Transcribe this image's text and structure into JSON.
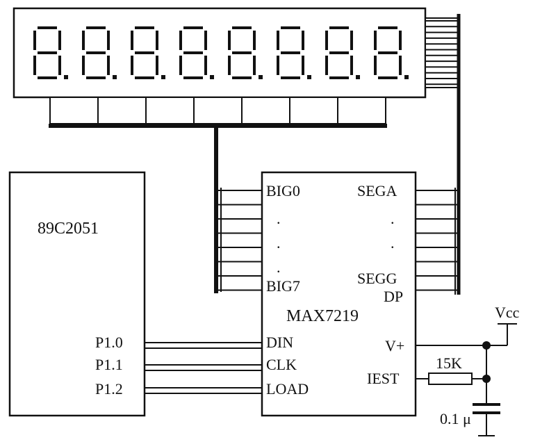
{
  "display": {
    "digit_count": 8
  },
  "mcu": {
    "name": "89C2051",
    "pins": [
      "P1.0",
      "P1.1",
      "P1.2"
    ]
  },
  "driver": {
    "name": "MAX7219",
    "left_pins": {
      "dig_first": "BIG0",
      "dig_last": "BIG7",
      "din": "DIN",
      "clk": "CLK",
      "load": "LOAD"
    },
    "right_pins": {
      "seg_first": "SEGA",
      "seg_last": "SEGG",
      "dp": "DP",
      "vplus": "V+",
      "iset": "IEST"
    },
    "ellipsis": "."
  },
  "supply": {
    "vcc": "Vcc"
  },
  "resistor": {
    "value": "15K"
  },
  "capacitor": {
    "value": "0.1 μ"
  }
}
